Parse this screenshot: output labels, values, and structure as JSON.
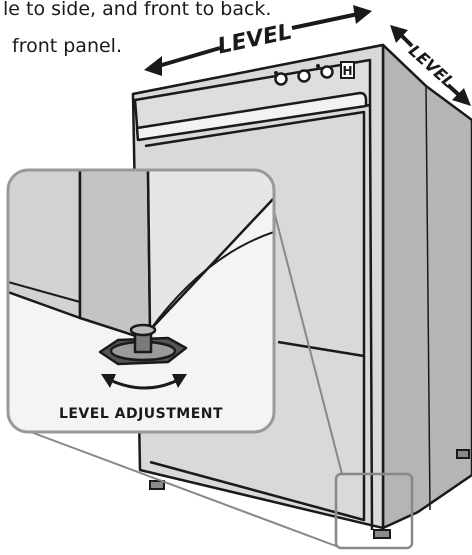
{
  "instruction": {
    "line1": "le to side, and front to back.",
    "line2": "front panel."
  },
  "arrows": {
    "side_label": "LEVEL",
    "depth_label": "LEVEL"
  },
  "control_panel": {
    "brand_mark": "H"
  },
  "detail": {
    "caption": "LEVEL ADJUSTMENT"
  },
  "colors": {
    "outline": "#1a1a1a",
    "cabinet_front": "#d9d9d9",
    "cabinet_side": "#b8b8b8",
    "cabinet_top": "#c9c9c9",
    "callout_border": "#999999"
  }
}
